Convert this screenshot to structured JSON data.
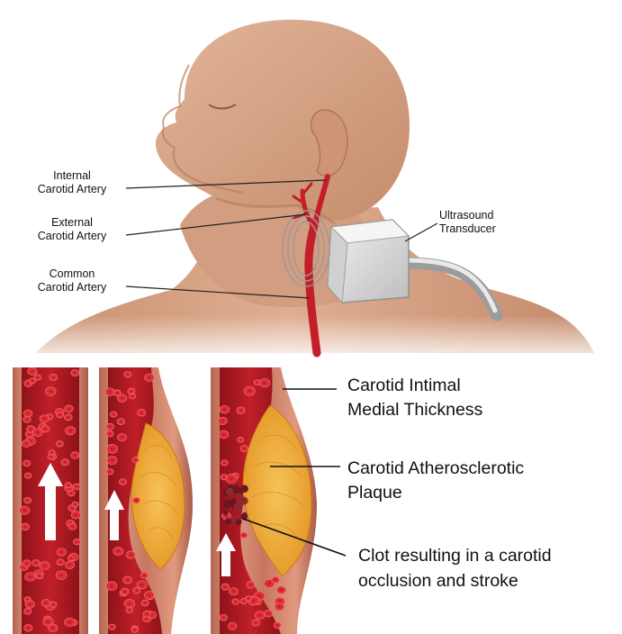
{
  "labels": {
    "internal_carotid": [
      "Internal",
      "Carotid Artery"
    ],
    "external_carotid": [
      "External",
      "Carotid Artery"
    ],
    "common_carotid": [
      "Common",
      "Carotid Artery"
    ],
    "ultrasound_transducer": [
      "Ultrasound",
      "Transducer"
    ],
    "imt": [
      "Carotid Intimal",
      "Medial Thickness"
    ],
    "plaque": [
      "Carotid Atherosclerotic",
      "Plaque"
    ],
    "clot": [
      "Clot resulting in a carotid",
      "occlusion and stroke"
    ]
  },
  "colors": {
    "skin": "#d8a688",
    "skin_shadow": "#b98468",
    "artery": "#c41e2a",
    "vessel_wall": "#c96a55",
    "lumen": "#b11a23",
    "rbc": "#e8303a",
    "plaque": "#f2b03c",
    "clot": "#6b1622",
    "transducer": "#e3e3e3"
  }
}
